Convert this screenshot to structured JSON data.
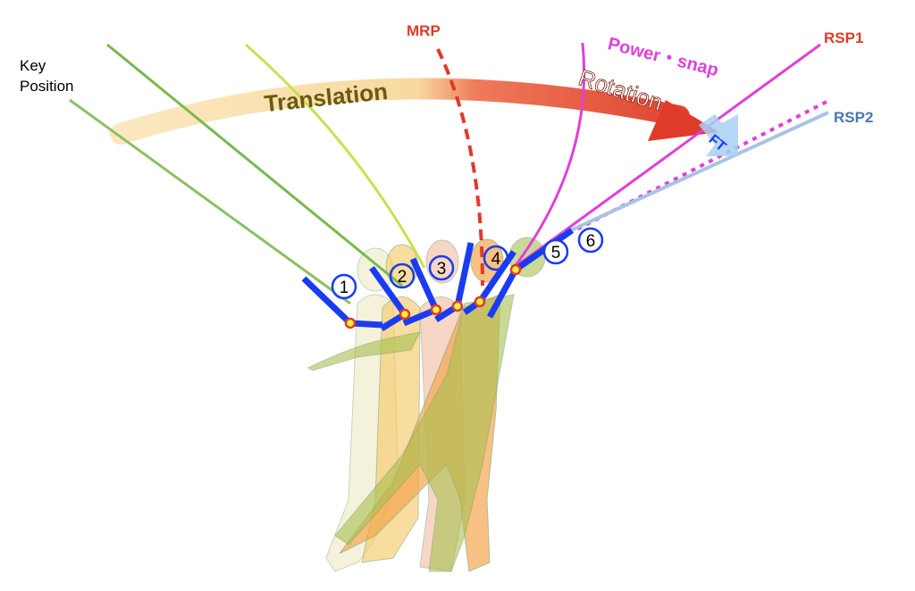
{
  "labels": {
    "key_position_line1": "Key",
    "key_position_line2": "Position",
    "translation": "Translation",
    "rotation": "Rotation",
    "mrp": "MRP",
    "power_snap": "Power・snap",
    "rsp1": "RSP1",
    "rsp2": "RSP2",
    "ft": "FT"
  },
  "positions": [
    "1",
    "2",
    "3",
    "4",
    "5",
    "6"
  ],
  "colors": {
    "club": "#1a3cf0",
    "mrp": "#e03a2a",
    "power_snap": "#e040d8",
    "rsp2": "#a8c4e4",
    "rsp1_label": "#e03a2a",
    "rsp2_label": "#4a78b0",
    "translation_text": "#6b5a10"
  }
}
